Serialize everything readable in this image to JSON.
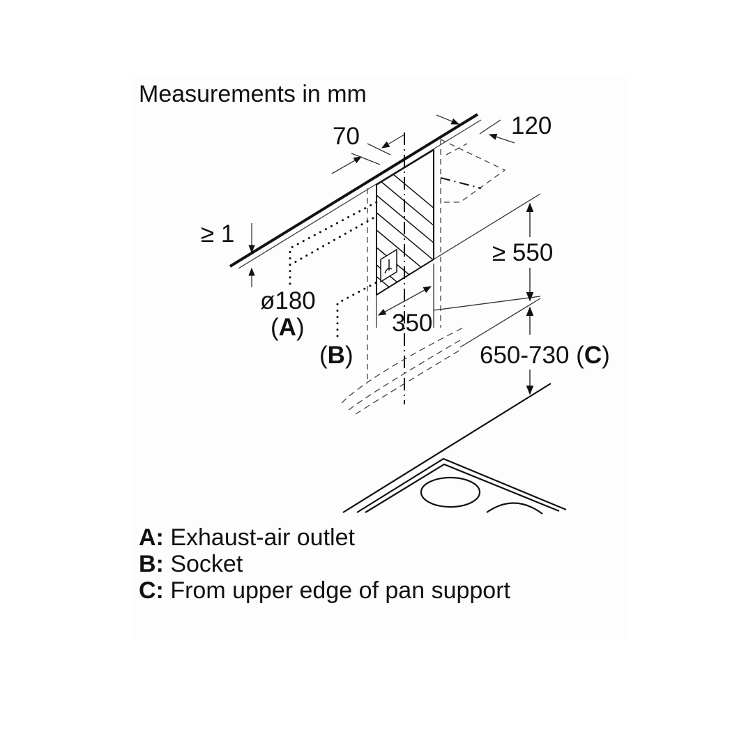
{
  "title": "Measurements in mm",
  "dimensions": {
    "duct_offset": "70",
    "duct_depth": "120",
    "wall_gap": "≥ 1",
    "duct_diameter": "ø180",
    "duct_label": "A",
    "socket_label": "B",
    "duct_width": "350",
    "min_height": "≥ 550",
    "hood_height": "650-730",
    "hood_height_ref": "C"
  },
  "legend": [
    {
      "key": "A:",
      "text": "Exhaust-air outlet"
    },
    {
      "key": "B:",
      "text": "Socket"
    },
    {
      "key": "C:",
      "text": "From upper edge of pan support"
    }
  ],
  "colors": {
    "line": "#111111",
    "thin": "#333333",
    "panel": "#fdfdfd"
  }
}
